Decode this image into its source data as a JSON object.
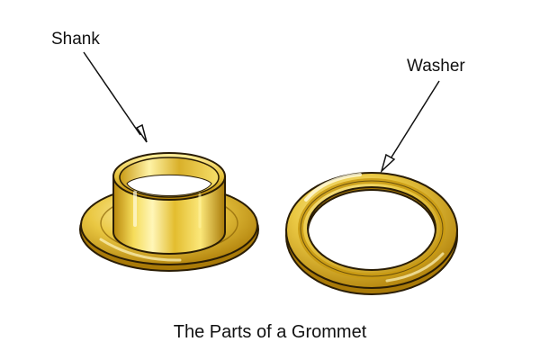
{
  "labels": {
    "shank": "Shank",
    "washer": "Washer"
  },
  "caption": "The Parts of a Grommet",
  "colors": {
    "brass_light": "#fff3a8",
    "brass_mid": "#e8c53a",
    "brass_dark": "#b8860b",
    "outline": "#2a1d05",
    "background": "#ffffff"
  }
}
